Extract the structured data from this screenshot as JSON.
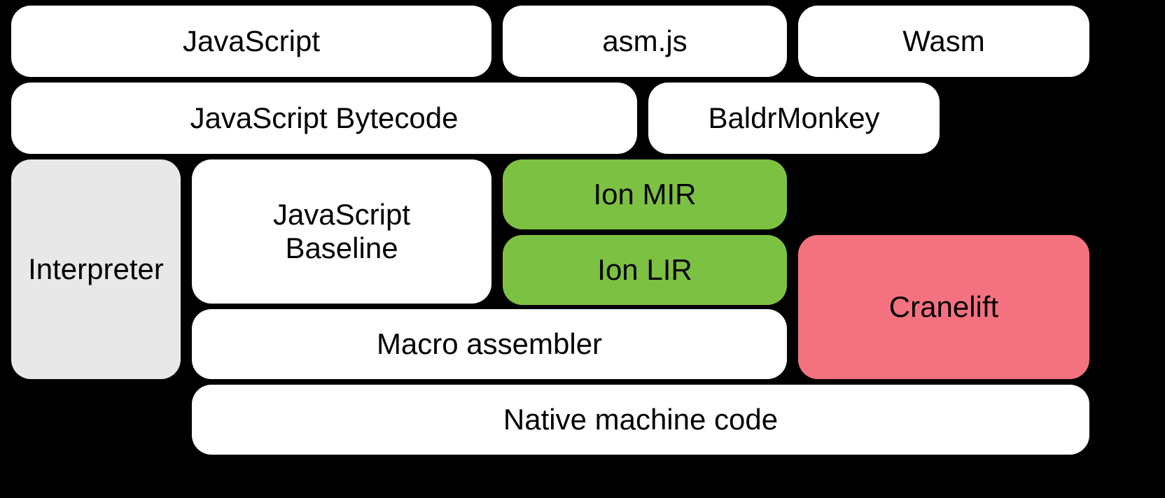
{
  "colors": {
    "background": "#000000",
    "text": "#000000",
    "white_box": "#ffffff",
    "gray_box": "#e8e8e8",
    "green_box": "#7dc142",
    "pink_box": "#f4727f"
  },
  "boxes": {
    "javascript": {
      "label": "JavaScript",
      "color": "#ffffff"
    },
    "asmjs": {
      "label": "asm.js",
      "color": "#ffffff"
    },
    "wasm": {
      "label": "Wasm",
      "color": "#ffffff"
    },
    "js_bytecode": {
      "label": "JavaScript Bytecode",
      "color": "#ffffff"
    },
    "baldrmonkey": {
      "label": "BaldrMonkey",
      "color": "#ffffff"
    },
    "interpreter": {
      "label": "Interpreter",
      "color": "#e8e8e8"
    },
    "js_baseline": {
      "label": "JavaScript Baseline",
      "color": "#ffffff"
    },
    "ion_mir": {
      "label": "Ion MIR",
      "color": "#7dc142"
    },
    "ion_lir": {
      "label": "Ion LIR",
      "color": "#7dc142"
    },
    "cranelift": {
      "label": "Cranelift",
      "color": "#f4727f"
    },
    "macro_assembler": {
      "label": "Macro assembler",
      "color": "#ffffff"
    },
    "native_machine_code": {
      "label": "Native machine code",
      "color": "#ffffff"
    }
  }
}
